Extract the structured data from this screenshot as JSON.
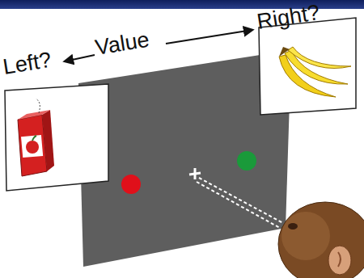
{
  "diagram": {
    "labels": [
      "Left?",
      "Value",
      "Right?"
    ]
  }
}
